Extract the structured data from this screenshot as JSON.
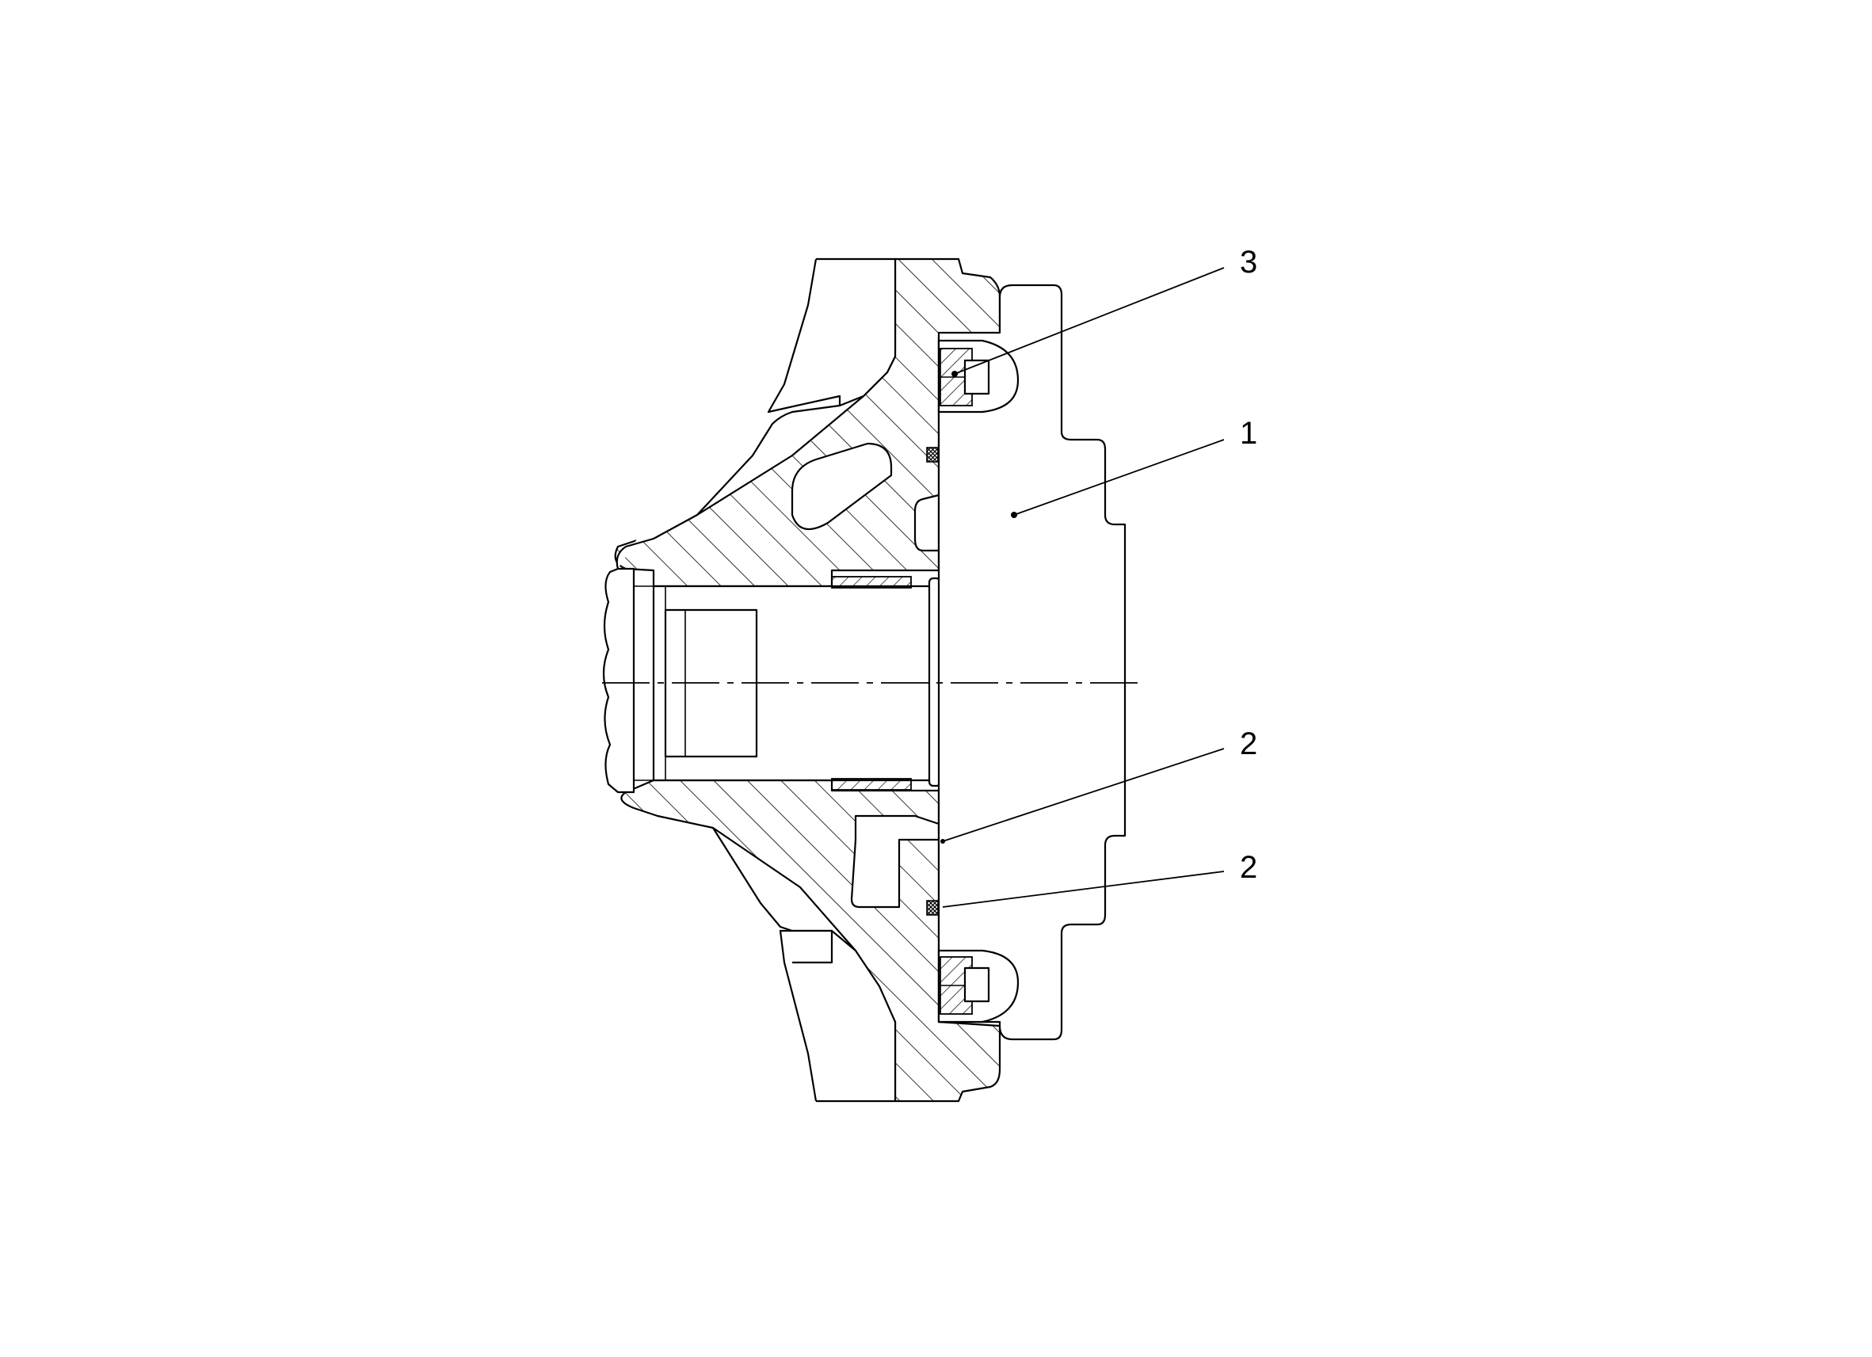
{
  "callouts": [
    {
      "id": "callout-3",
      "label": "3"
    },
    {
      "id": "callout-1",
      "label": "1"
    },
    {
      "id": "callout-2-upper",
      "label": "2"
    },
    {
      "id": "callout-2-lower",
      "label": "2"
    }
  ]
}
